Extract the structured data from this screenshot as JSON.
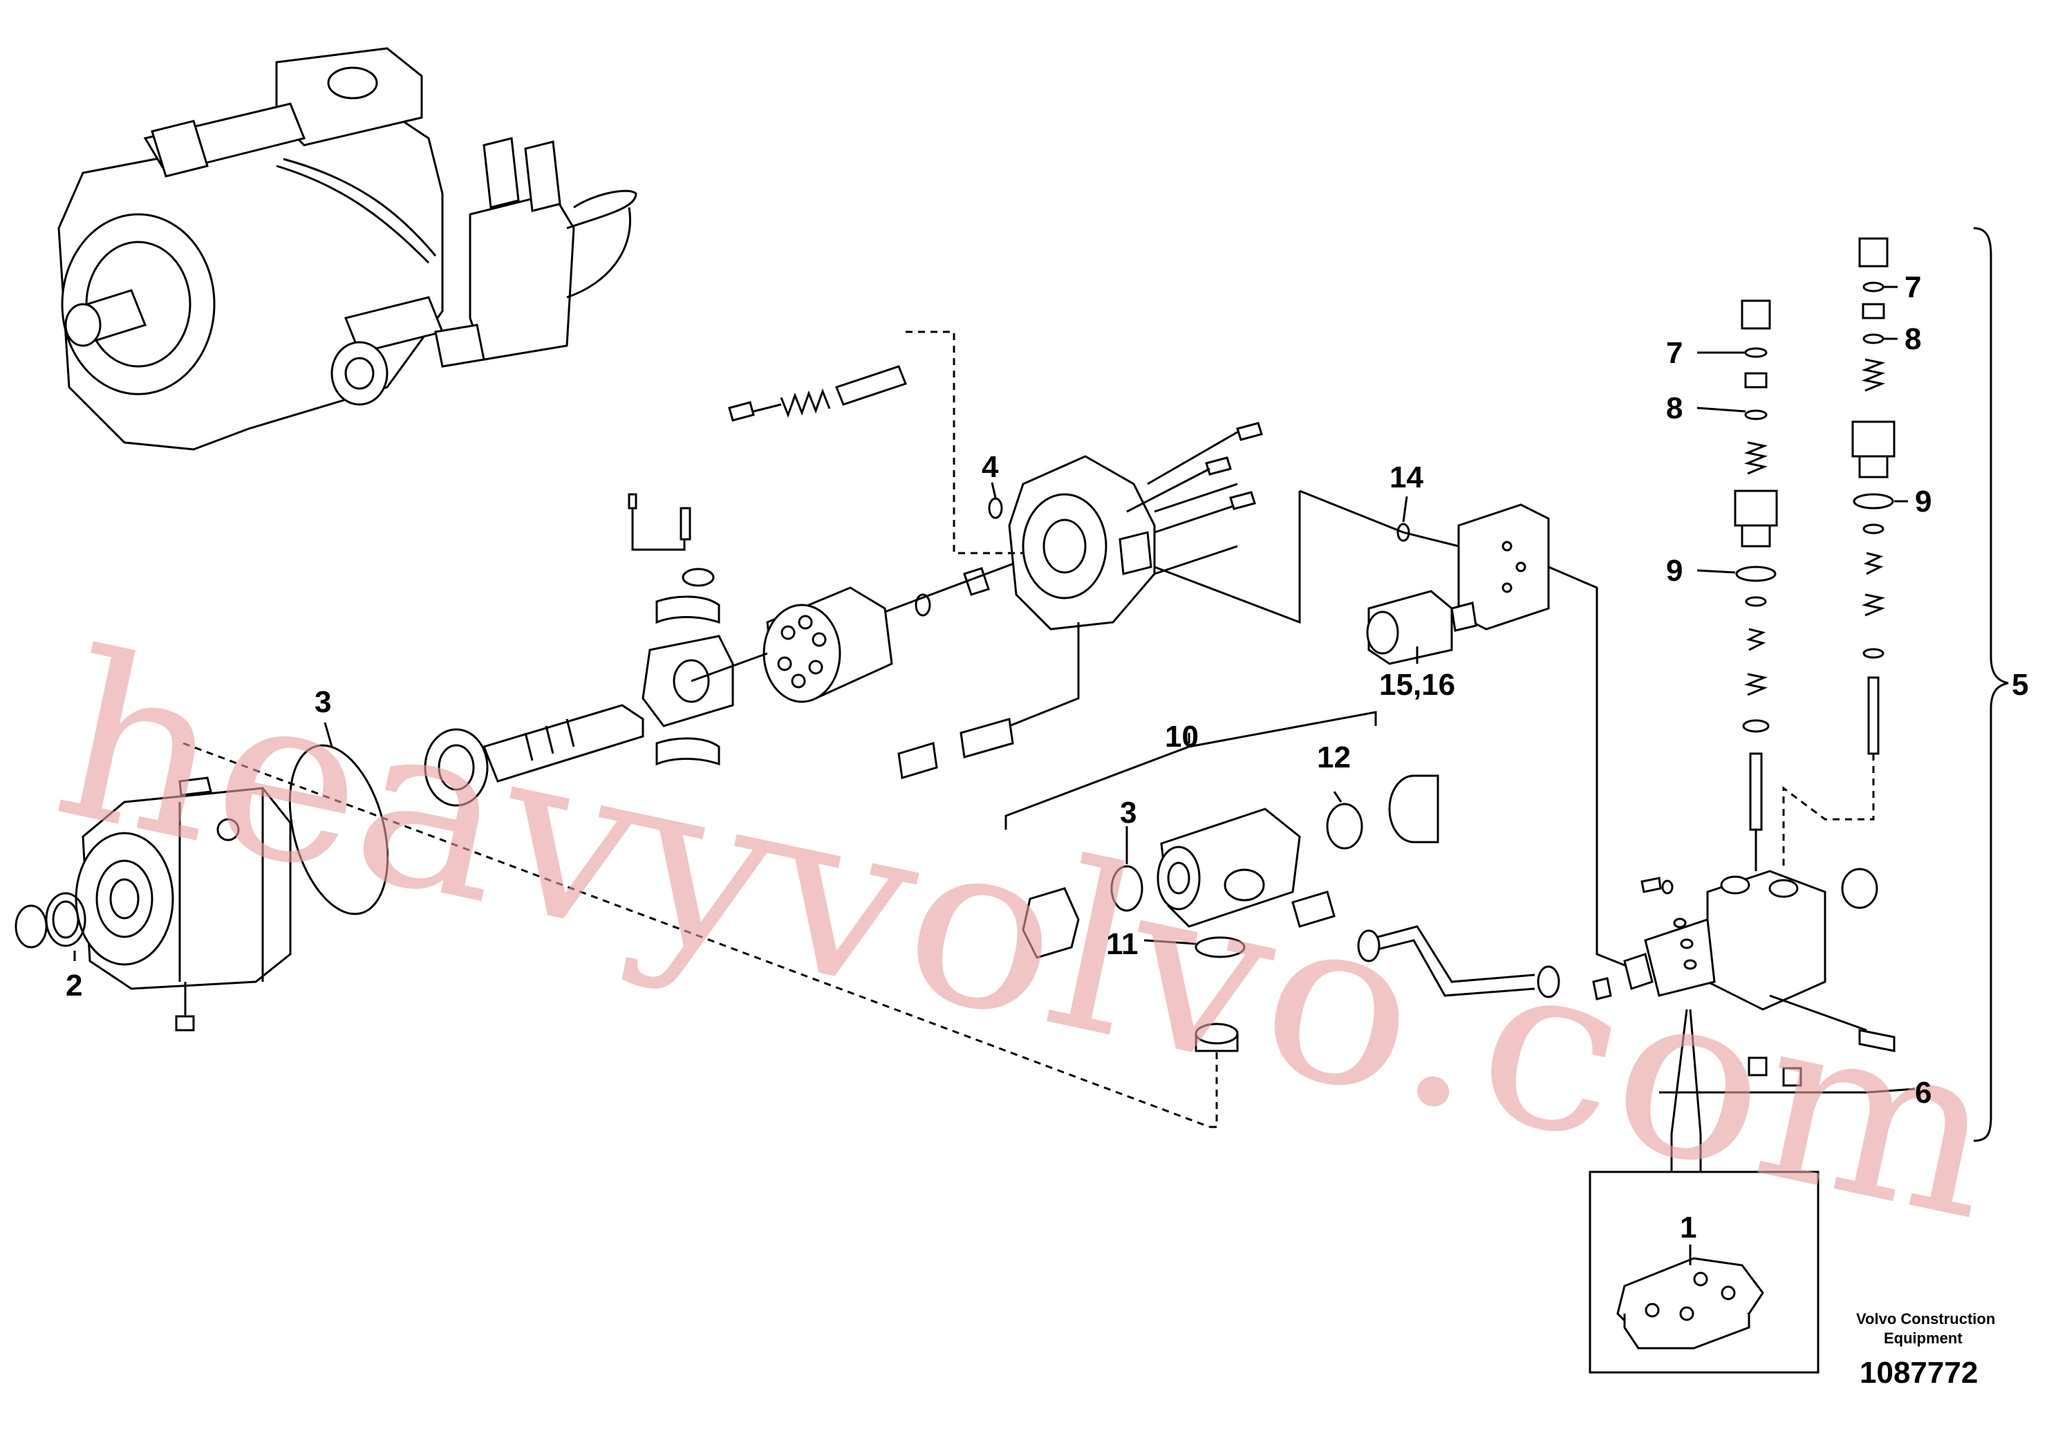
{
  "diagram": {
    "callouts": {
      "c1": "1",
      "c2": "2",
      "c3a": "3",
      "c3b": "3",
      "c4": "4",
      "c5": "5",
      "c6": "6",
      "c7a": "7",
      "c7b": "7",
      "c8a": "8",
      "c8b": "8",
      "c9a": "9",
      "c9b": "9",
      "c10": "10",
      "c11": "11",
      "c12": "12",
      "c14": "14",
      "c15_16": "15,16"
    },
    "brand_line1": "Volvo Construction",
    "brand_line2": "Equipment",
    "document_number": "1087772",
    "watermark": "heavyvolvo.com"
  }
}
